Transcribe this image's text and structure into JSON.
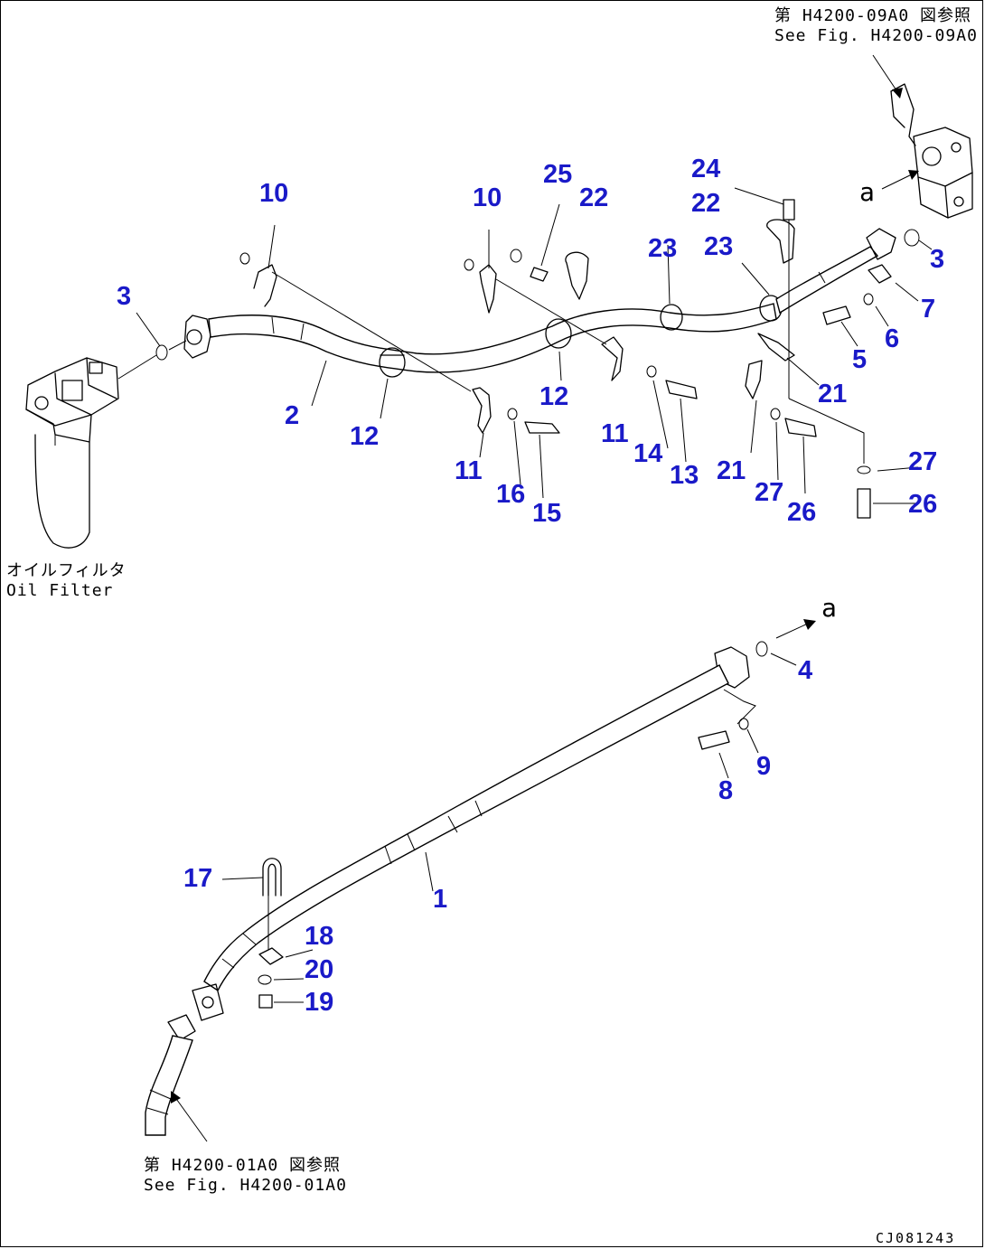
{
  "references": {
    "top_right": {
      "jp": "第 H4200-09A0 図参照",
      "en": "See Fig. H4200-09A0"
    },
    "bottom_left": {
      "jp": "第 H4200-01A0 図参照",
      "en": "See Fig. H4200-01A0"
    },
    "oil_filter": {
      "jp": "オイルフィルタ",
      "en": "Oil Filter"
    }
  },
  "arrow_marks": {
    "upper": "a",
    "lower": "a"
  },
  "drawing_code": "CJ081243",
  "part_labels": [
    "1",
    "2",
    "3",
    "3",
    "4",
    "5",
    "6",
    "7",
    "8",
    "9",
    "10",
    "10",
    "11",
    "11",
    "12",
    "12",
    "13",
    "14",
    "15",
    "16",
    "17",
    "18",
    "19",
    "20",
    "21",
    "21",
    "22",
    "22",
    "23",
    "23",
    "24",
    "25",
    "26",
    "26",
    "27",
    "27"
  ]
}
